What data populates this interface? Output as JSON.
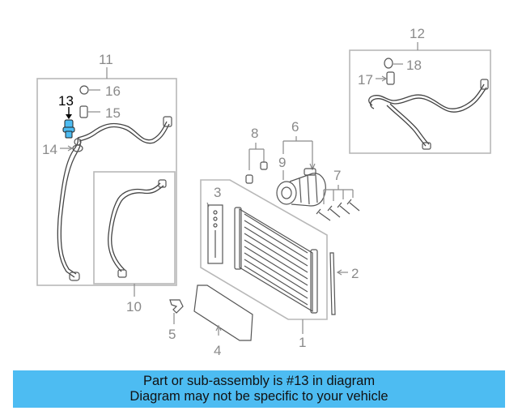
{
  "diagram": {
    "callouts": {
      "c1": "1",
      "c2": "2",
      "c3": "3",
      "c4": "4",
      "c5": "5",
      "c6": "6",
      "c7": "7",
      "c8": "8",
      "c9": "9",
      "c10": "10",
      "c11": "11",
      "c12": "12",
      "c13": "13",
      "c14": "14",
      "c15": "15",
      "c16": "16",
      "c17": "17",
      "c18": "18"
    },
    "highlighted_part": "13",
    "colors": {
      "highlight": "#4dbcf2",
      "caption_bg": "#4dbcf2",
      "callout": "#8a8a8a"
    }
  },
  "caption": {
    "line1": "Part or sub-assembly is #13 in diagram",
    "line2": "Diagram may not be specific to your vehicle"
  }
}
